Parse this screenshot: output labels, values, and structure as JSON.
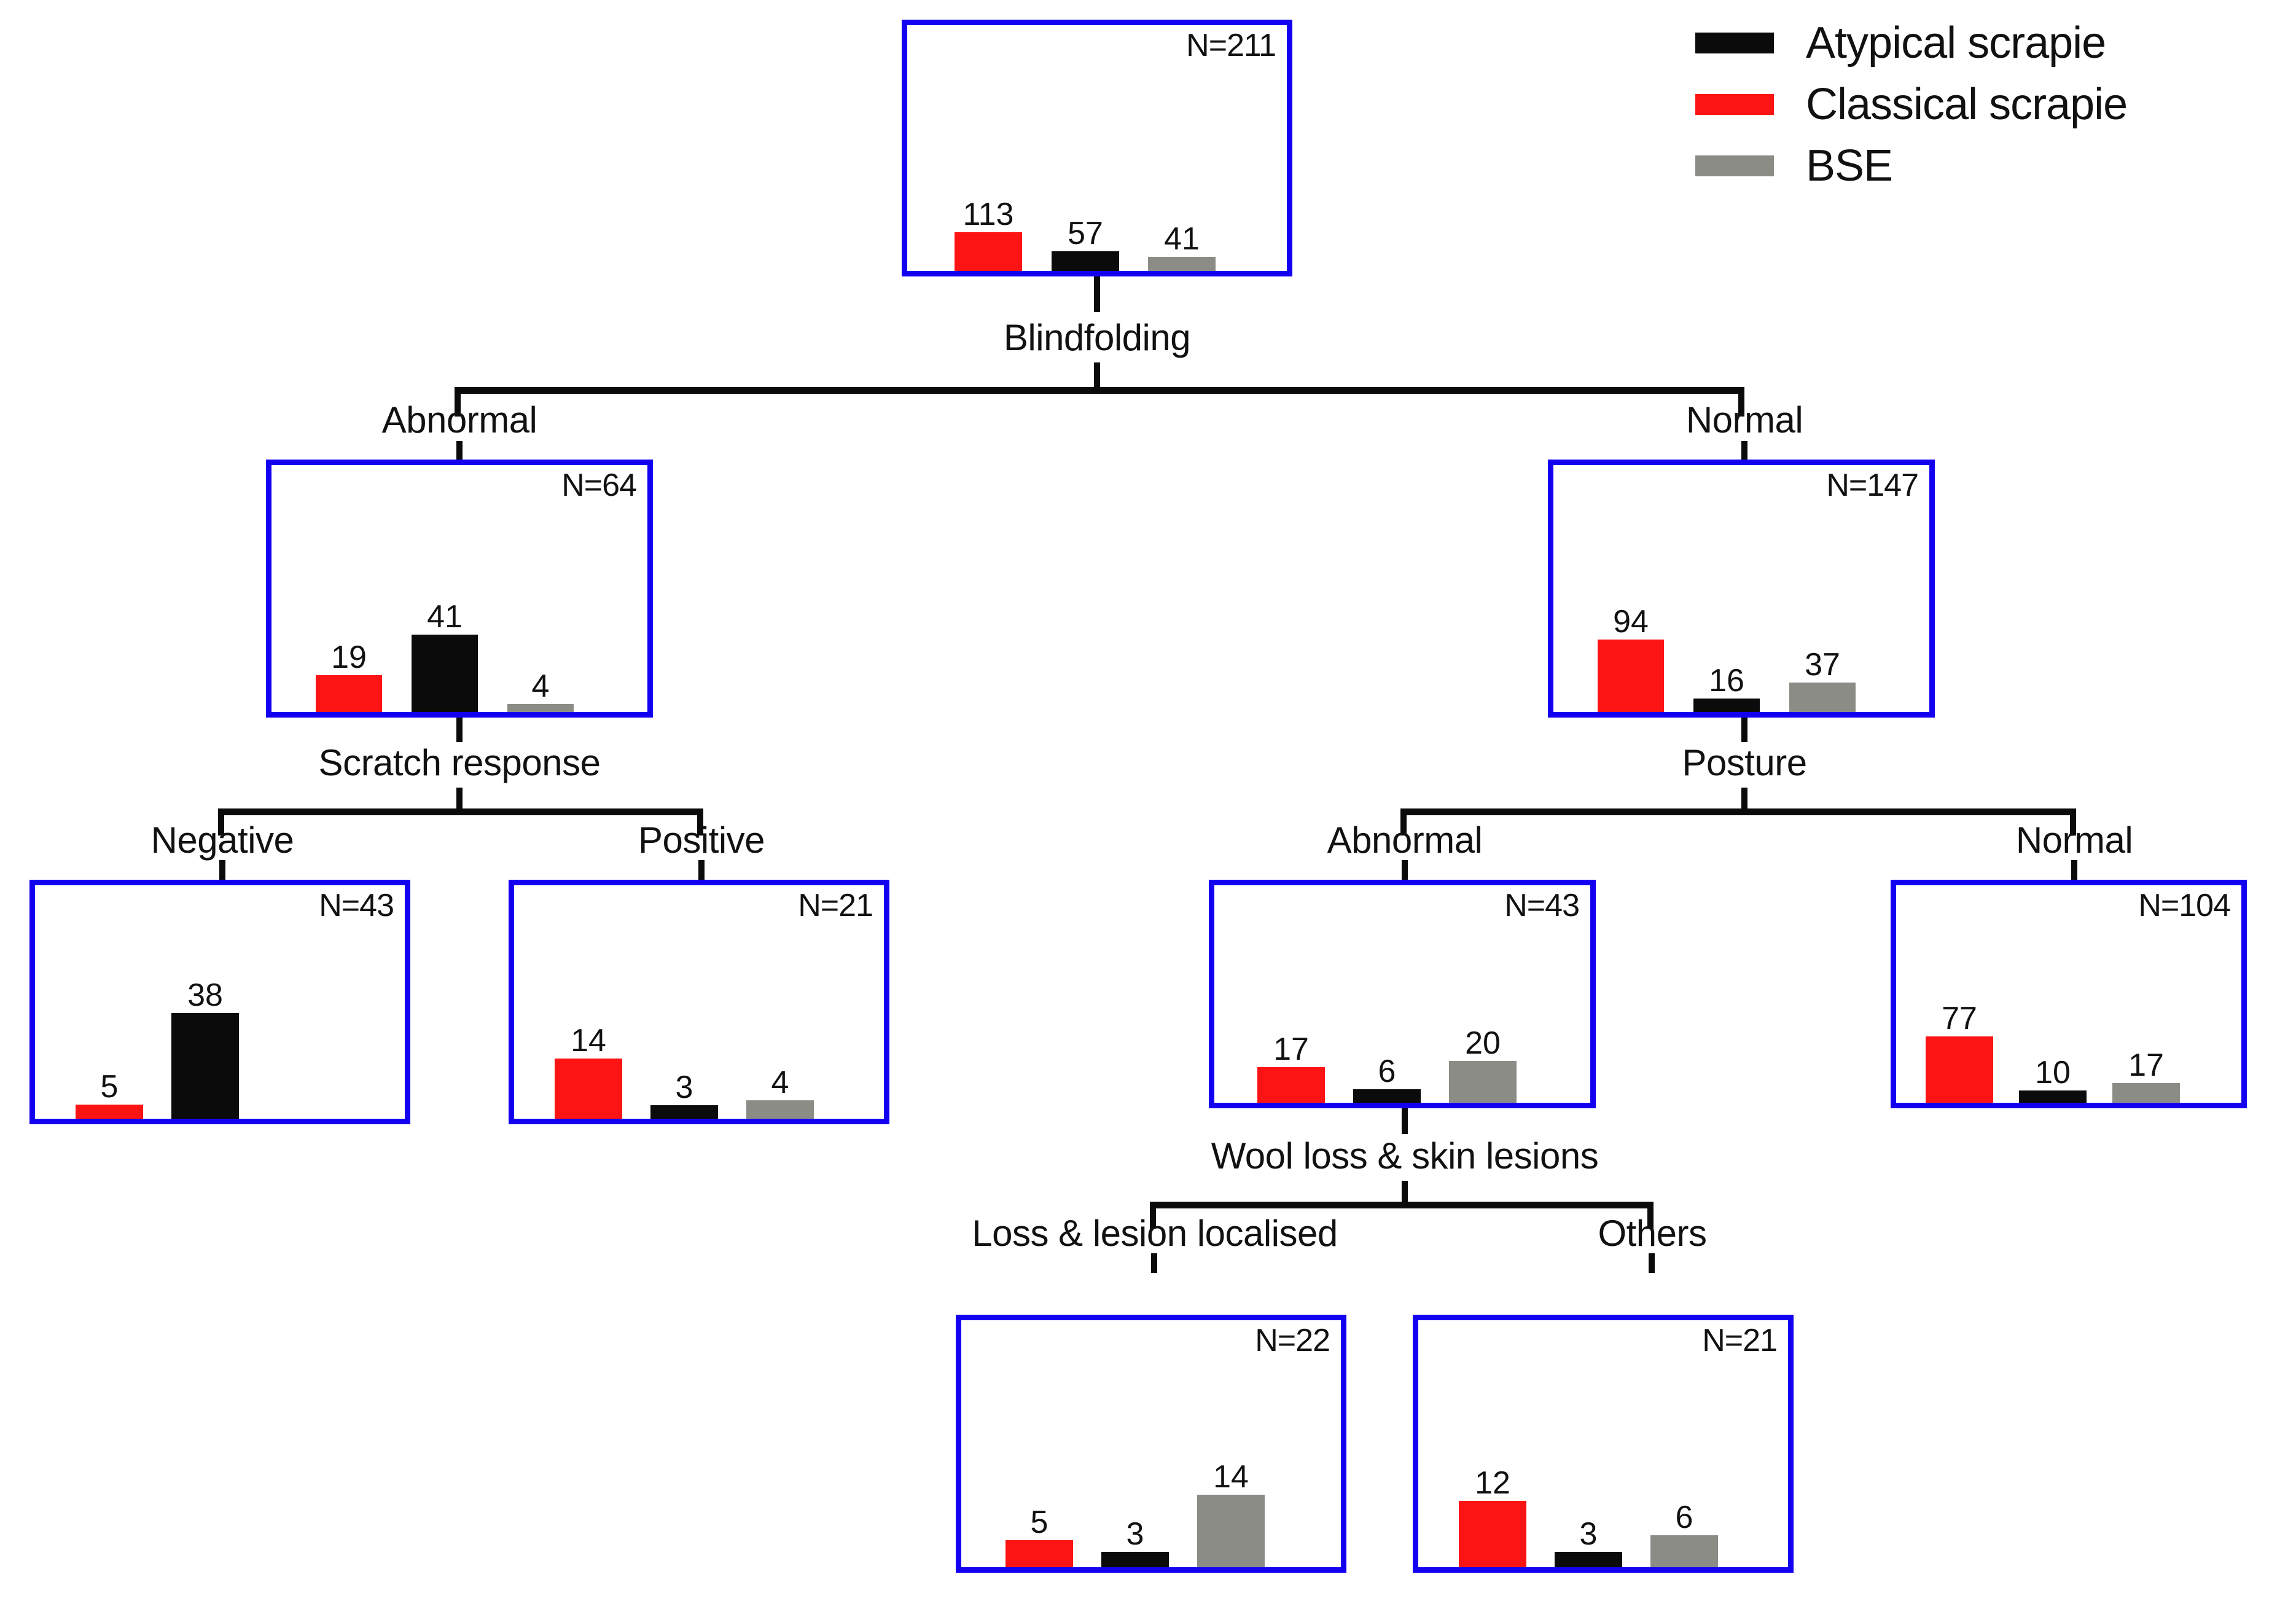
{
  "colors": {
    "box_border": "#1400f0",
    "classical_scrapie": "#fb1413",
    "atypical_scrapie": "#0b0b0b",
    "bse": "#8c8c87",
    "connector": "#0b0b0b",
    "background": "#ffffff"
  },
  "legend": {
    "items": [
      {
        "label": "Atypical scrapie",
        "color_key": "atypical_scrapie",
        "swatch": "black"
      },
      {
        "label": "Classical scrapie",
        "color_key": "classical_scrapie",
        "swatch": "red"
      },
      {
        "label": "BSE",
        "color_key": "bse",
        "swatch": "grey"
      }
    ]
  },
  "splits": [
    {
      "id": "split-blindfolding",
      "label": "Blindfolding"
    },
    {
      "id": "split-scratch-response",
      "label": "Scratch response"
    },
    {
      "id": "split-posture",
      "label": "Posture"
    },
    {
      "id": "split-wool-loss-skin-lesions",
      "label": "Wool loss & skin lesions"
    }
  ],
  "edges": [
    {
      "id": "edge-blindfolding-abnormal",
      "label": "Abnormal"
    },
    {
      "id": "edge-blindfolding-normal",
      "label": "Normal"
    },
    {
      "id": "edge-scratch-negative",
      "label": "Negative"
    },
    {
      "id": "edge-scratch-positive",
      "label": "Positive"
    },
    {
      "id": "edge-posture-abnormal",
      "label": "Abnormal"
    },
    {
      "id": "edge-posture-normal",
      "label": "Normal"
    },
    {
      "id": "edge-wool-localised",
      "label": "Loss & lesion localised"
    },
    {
      "id": "edge-wool-others",
      "label": "Others"
    }
  ],
  "nodes": [
    {
      "id": "node-root",
      "n_label": "N=211",
      "n": 211,
      "bars": [
        {
          "series": "Classical scrapie",
          "value": 113,
          "value_label": "113",
          "color_key": "classical_scrapie"
        },
        {
          "series": "Atypical scrapie",
          "value": 57,
          "value_label": "57",
          "color_key": "atypical_scrapie"
        },
        {
          "series": "BSE",
          "value": 41,
          "value_label": "41",
          "color_key": "bse"
        }
      ]
    },
    {
      "id": "node-blindfolding-abnormal",
      "n_label": "N=64",
      "n": 64,
      "bars": [
        {
          "series": "Classical scrapie",
          "value": 19,
          "value_label": "19",
          "color_key": "classical_scrapie"
        },
        {
          "series": "Atypical scrapie",
          "value": 41,
          "value_label": "41",
          "color_key": "atypical_scrapie"
        },
        {
          "series": "BSE",
          "value": 4,
          "value_label": "4",
          "color_key": "bse"
        }
      ]
    },
    {
      "id": "node-blindfolding-normal",
      "n_label": "N=147",
      "n": 147,
      "bars": [
        {
          "series": "Classical scrapie",
          "value": 94,
          "value_label": "94",
          "color_key": "classical_scrapie"
        },
        {
          "series": "Atypical scrapie",
          "value": 16,
          "value_label": "16",
          "color_key": "atypical_scrapie"
        },
        {
          "series": "BSE",
          "value": 37,
          "value_label": "37",
          "color_key": "bse"
        }
      ]
    },
    {
      "id": "node-scratch-negative",
      "n_label": "N=43",
      "n": 43,
      "bars": [
        {
          "series": "Classical scrapie",
          "value": 5,
          "value_label": "5",
          "color_key": "classical_scrapie"
        },
        {
          "series": "Atypical scrapie",
          "value": 38,
          "value_label": "38",
          "color_key": "atypical_scrapie"
        },
        {
          "series": "BSE",
          "value": 0,
          "value_label": "",
          "color_key": "bse"
        }
      ]
    },
    {
      "id": "node-scratch-positive",
      "n_label": "N=21",
      "n": 21,
      "bars": [
        {
          "series": "Classical scrapie",
          "value": 14,
          "value_label": "14",
          "color_key": "classical_scrapie"
        },
        {
          "series": "Atypical scrapie",
          "value": 3,
          "value_label": "3",
          "color_key": "atypical_scrapie"
        },
        {
          "series": "BSE",
          "value": 4,
          "value_label": "4",
          "color_key": "bse"
        }
      ]
    },
    {
      "id": "node-posture-abnormal",
      "n_label": "N=43",
      "n": 43,
      "bars": [
        {
          "series": "Classical scrapie",
          "value": 17,
          "value_label": "17",
          "color_key": "classical_scrapie"
        },
        {
          "series": "Atypical scrapie",
          "value": 6,
          "value_label": "6",
          "color_key": "atypical_scrapie"
        },
        {
          "series": "BSE",
          "value": 20,
          "value_label": "20",
          "color_key": "bse"
        }
      ]
    },
    {
      "id": "node-posture-normal",
      "n_label": "N=104",
      "n": 104,
      "bars": [
        {
          "series": "Classical scrapie",
          "value": 77,
          "value_label": "77",
          "color_key": "classical_scrapie"
        },
        {
          "series": "Atypical scrapie",
          "value": 10,
          "value_label": "10",
          "color_key": "atypical_scrapie"
        },
        {
          "series": "BSE",
          "value": 17,
          "value_label": "17",
          "color_key": "bse"
        }
      ]
    },
    {
      "id": "node-wool-localised",
      "n_label": "N=22",
      "n": 22,
      "bars": [
        {
          "series": "Classical scrapie",
          "value": 5,
          "value_label": "5",
          "color_key": "classical_scrapie"
        },
        {
          "series": "Atypical scrapie",
          "value": 3,
          "value_label": "3",
          "color_key": "atypical_scrapie"
        },
        {
          "series": "BSE",
          "value": 14,
          "value_label": "14",
          "color_key": "bse"
        }
      ]
    },
    {
      "id": "node-wool-others",
      "n_label": "N=21",
      "n": 21,
      "bars": [
        {
          "series": "Classical scrapie",
          "value": 12,
          "value_label": "12",
          "color_key": "classical_scrapie"
        },
        {
          "series": "Atypical scrapie",
          "value": 3,
          "value_label": "3",
          "color_key": "atypical_scrapie"
        },
        {
          "series": "BSE",
          "value": 6,
          "value_label": "6",
          "color_key": "bse"
        }
      ]
    }
  ],
  "chart_data": {
    "type": "bar",
    "title": "",
    "categories": [
      "Classical scrapie",
      "Atypical scrapie",
      "BSE"
    ],
    "legend_position": "top-right",
    "grid": false,
    "nodes": [
      {
        "node": "Root",
        "n": 211,
        "values": [
          113,
          57,
          41
        ]
      },
      {
        "node": "Blindfolding = Abnormal",
        "n": 64,
        "values": [
          19,
          41,
          4
        ]
      },
      {
        "node": "Blindfolding = Normal",
        "n": 147,
        "values": [
          94,
          16,
          37
        ]
      },
      {
        "node": "Scratch response = Negative",
        "n": 43,
        "values": [
          5,
          38,
          0
        ]
      },
      {
        "node": "Scratch response = Positive",
        "n": 21,
        "values": [
          14,
          3,
          4
        ]
      },
      {
        "node": "Posture = Abnormal",
        "n": 43,
        "values": [
          17,
          6,
          20
        ]
      },
      {
        "node": "Posture = Normal",
        "n": 104,
        "values": [
          77,
          10,
          17
        ]
      },
      {
        "node": "Wool loss & skin lesions = Loss & lesion localised",
        "n": 22,
        "values": [
          5,
          3,
          14
        ]
      },
      {
        "node": "Wool loss & skin lesions = Others",
        "n": 21,
        "values": [
          12,
          3,
          6
        ]
      }
    ]
  }
}
